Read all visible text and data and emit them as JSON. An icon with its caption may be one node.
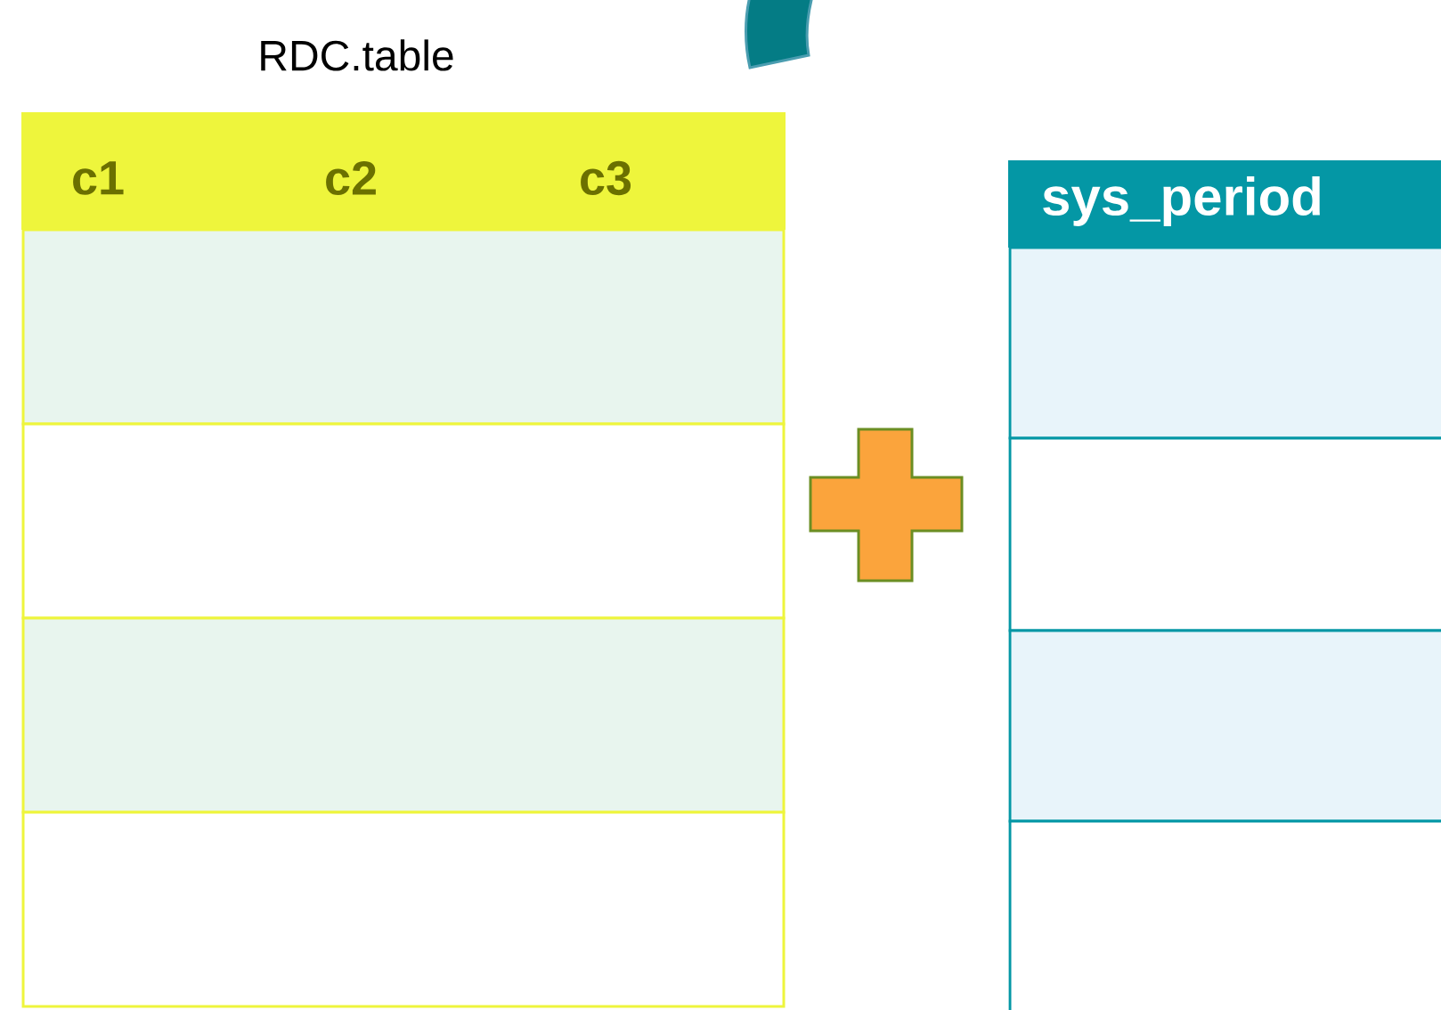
{
  "diagram": {
    "labels": [
      "RDC.table",
      "c1",
      "c2",
      "c3",
      "sys_period"
    ]
  }
}
